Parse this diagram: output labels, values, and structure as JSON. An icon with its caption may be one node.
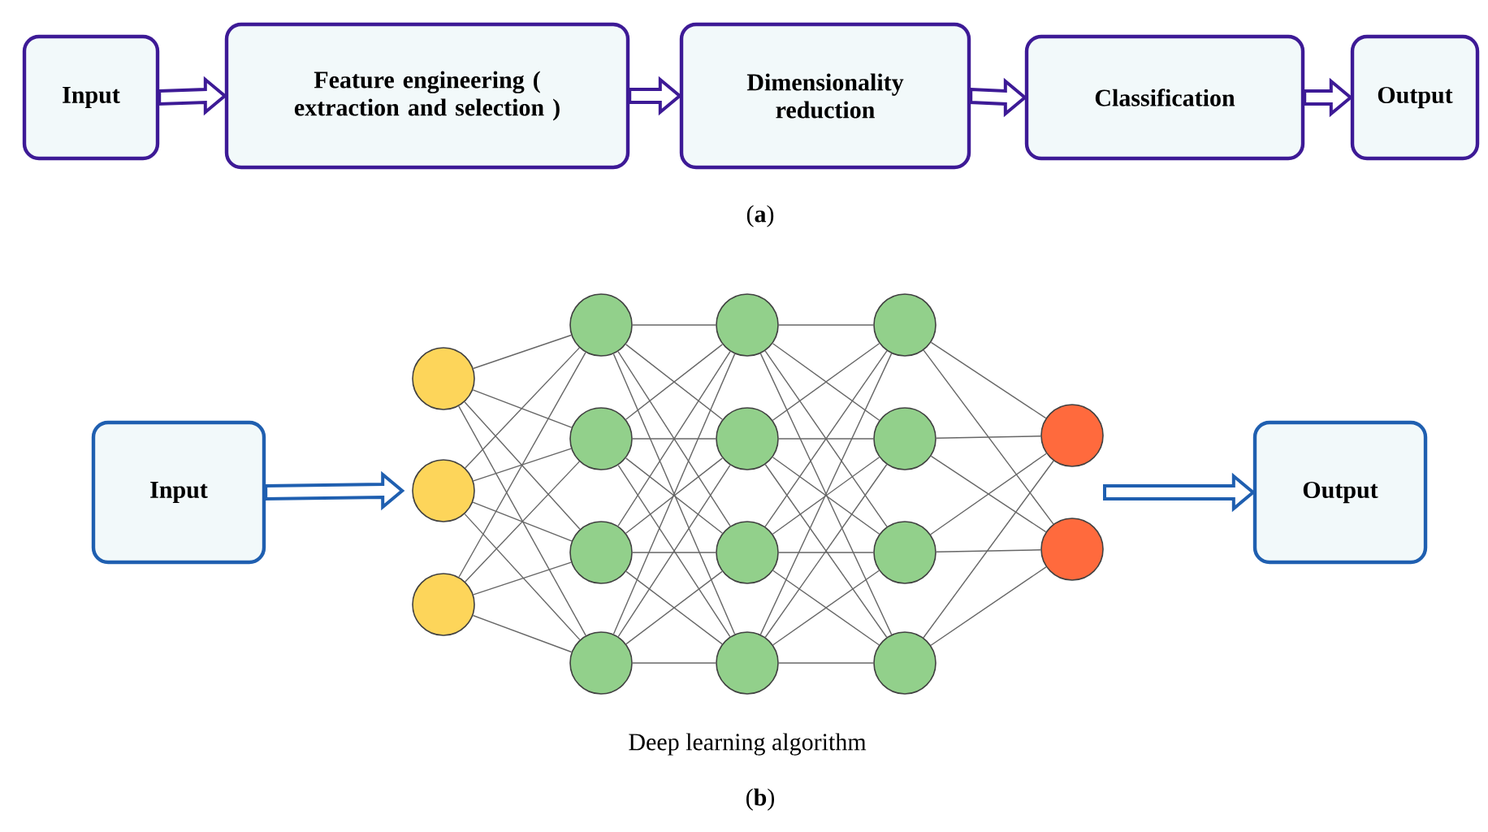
{
  "diagram": {
    "nodes": [
      {
        "text": [
          "Input"
        ]
      },
      {
        "text": [
          "Feature engineering ( extraction and selection )"
        ]
      },
      {
        "text": [
          "Dimensionality reduction"
        ]
      },
      {
        "text": [
          "Classification"
        ]
      },
      {
        "text": [
          "Output"
        ]
      },
      {
        "text": [
          "Input"
        ]
      },
      {
        "text": [
          "Output"
        ]
      },
      {
        "text": [],
        "shape": "circle"
      },
      {
        "text": [],
        "shape": "circle"
      },
      {
        "text": [],
        "shape": "circle"
      },
      {
        "text": [],
        "shape": "circle"
      },
      {
        "text": [],
        "shape": "circle"
      },
      {
        "text": [],
        "shape": "circle"
      },
      {
        "text": [],
        "shape": "circle"
      },
      {
        "text": [],
        "shape": "circle"
      },
      {
        "text": [],
        "shape": "circle"
      },
      {
        "text": [],
        "shape": "circle"
      },
      {
        "text": [],
        "shape": "circle"
      },
      {
        "text": [],
        "shape": "circle"
      },
      {
        "text": [],
        "shape": "circle"
      },
      {
        "text": [],
        "shape": "circle"
      },
      {
        "text": [],
        "shape": "circle"
      },
      {
        "text": [],
        "shape": "circle"
      },
      {
        "text": [],
        "shape": "circle"
      }
    ],
    "edges": [
      {
        "from": 0,
        "to": 1,
        "arrow": "to",
        "style": "thick",
        "color": "#3d1a96"
      },
      {
        "from": 1,
        "to": 2,
        "arrow": "to",
        "style": "thick",
        "color": "#3d1a96"
      },
      {
        "from": 2,
        "to": 3,
        "arrow": "to",
        "style": "thick",
        "color": "#3d1a96"
      },
      {
        "from": 3,
        "to": 4,
        "arrow": "to",
        "style": "thick",
        "color": "#3d1a96"
      },
      {
        "from": 5,
        "to": 8,
        "arrow": "to",
        "style": "thick",
        "color": "#1f5fb0"
      },
      {
        "from": null,
        "to": 6,
        "arrow": "to",
        "style": "thick",
        "color": "#1f5fb0"
      },
      {
        "from": 7,
        "to": 10,
        "arrow": "none"
      },
      {
        "from": 7,
        "to": 11,
        "arrow": "none"
      },
      {
        "from": 7,
        "to": 12,
        "arrow": "none"
      },
      {
        "from": 7,
        "to": 13,
        "arrow": "none"
      },
      {
        "from": 8,
        "to": 10,
        "arrow": "none"
      },
      {
        "from": 8,
        "to": 11,
        "arrow": "none"
      },
      {
        "from": 8,
        "to": 12,
        "arrow": "none"
      },
      {
        "from": 8,
        "to": 13,
        "arrow": "none"
      },
      {
        "from": 9,
        "to": 10,
        "arrow": "none"
      },
      {
        "from": 9,
        "to": 11,
        "arrow": "none"
      },
      {
        "from": 9,
        "to": 12,
        "arrow": "none"
      },
      {
        "from": 9,
        "to": 13,
        "arrow": "none"
      },
      {
        "from": 10,
        "to": 14,
        "arrow": "none"
      },
      {
        "from": 10,
        "to": 15,
        "arrow": "none"
      },
      {
        "from": 10,
        "to": 16,
        "arrow": "none"
      },
      {
        "from": 10,
        "to": 17,
        "arrow": "none"
      },
      {
        "from": 11,
        "to": 14,
        "arrow": "none"
      },
      {
        "from": 11,
        "to": 15,
        "arrow": "none"
      },
      {
        "from": 11,
        "to": 16,
        "arrow": "none"
      },
      {
        "from": 11,
        "to": 17,
        "arrow": "none"
      },
      {
        "from": 12,
        "to": 14,
        "arrow": "none"
      },
      {
        "from": 12,
        "to": 15,
        "arrow": "none"
      },
      {
        "from": 12,
        "to": 16,
        "arrow": "none"
      },
      {
        "from": 12,
        "to": 17,
        "arrow": "none"
      },
      {
        "from": 13,
        "to": 14,
        "arrow": "none"
      },
      {
        "from": 13,
        "to": 15,
        "arrow": "none"
      },
      {
        "from": 13,
        "to": 16,
        "arrow": "none"
      },
      {
        "from": 13,
        "to": 17,
        "arrow": "none"
      },
      {
        "from": 14,
        "to": 18,
        "arrow": "none"
      },
      {
        "from": 14,
        "to": 19,
        "arrow": "none"
      },
      {
        "from": 14,
        "to": 20,
        "arrow": "none"
      },
      {
        "from": 14,
        "to": 21,
        "arrow": "none"
      },
      {
        "from": 15,
        "to": 18,
        "arrow": "none"
      },
      {
        "from": 15,
        "to": 19,
        "arrow": "none"
      },
      {
        "from": 15,
        "to": 20,
        "arrow": "none"
      },
      {
        "from": 15,
        "to": 21,
        "arrow": "none"
      },
      {
        "from": 16,
        "to": 18,
        "arrow": "none"
      },
      {
        "from": 16,
        "to": 19,
        "arrow": "none"
      },
      {
        "from": 16,
        "to": 20,
        "arrow": "none"
      },
      {
        "from": 16,
        "to": 21,
        "arrow": "none"
      },
      {
        "from": 17,
        "to": 18,
        "arrow": "none"
      },
      {
        "from": 17,
        "to": 19,
        "arrow": "none"
      },
      {
        "from": 17,
        "to": 20,
        "arrow": "none"
      },
      {
        "from": 17,
        "to": 21,
        "arrow": "none"
      },
      {
        "from": 18,
        "to": 22,
        "arrow": "none"
      },
      {
        "from": 18,
        "to": 23,
        "arrow": "none"
      },
      {
        "from": 19,
        "to": 22,
        "arrow": "none"
      },
      {
        "from": 19,
        "to": 23,
        "arrow": "none"
      },
      {
        "from": 20,
        "to": 22,
        "arrow": "none"
      },
      {
        "from": 20,
        "to": 23,
        "arrow": "none"
      },
      {
        "from": 21,
        "to": 22,
        "arrow": "none"
      },
      {
        "from": 21,
        "to": 23,
        "arrow": "none"
      }
    ],
    "labels": [
      "(**a**)",
      "Deep learning algorithm",
      "(**b**)"
    ]
  }
}
